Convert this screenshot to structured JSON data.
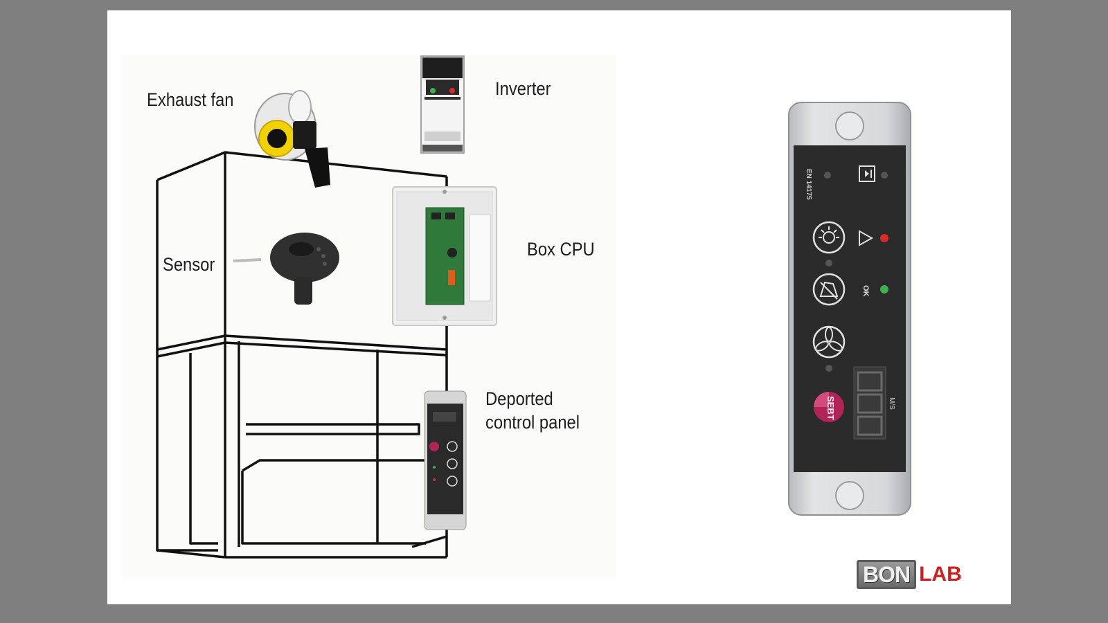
{
  "labels": {
    "exhaust_fan": "Exhaust fan",
    "inverter": "Inverter",
    "box_cpu": "Box CPU",
    "sensor": "Sensor",
    "deported_line1": "Deported",
    "deported_line2": "control panel"
  },
  "panel": {
    "standard": "EN 14175",
    "ok_label": "OK",
    "unit": "M/S",
    "brand_badge": "SEBT"
  },
  "logo": {
    "main": "BONLAB",
    "prefix": "BON",
    "suffix": "LAB"
  },
  "icons": [
    "exhaust-fan-icon",
    "inverter-icon",
    "box-cpu-icon",
    "sensor-icon",
    "light-icon",
    "alarm-icon",
    "fan-icon",
    "standby-icon",
    "warning-icon"
  ],
  "colors": {
    "background": "#7f7f7f",
    "slide": "#ffffff",
    "panel_face": "#2b2b2b",
    "led_alarm": "#d92a2a",
    "led_ok": "#3cb24a",
    "logo_accent": "#d11d1d"
  }
}
